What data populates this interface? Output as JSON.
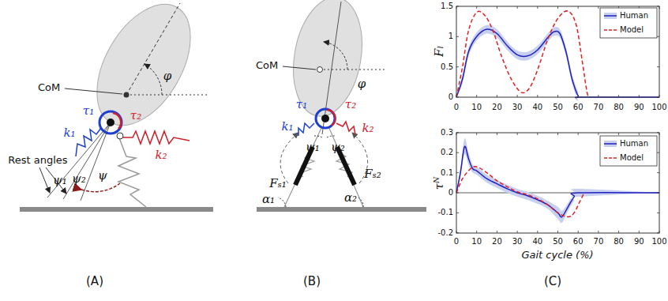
{
  "diagram": {
    "labels": [
      "CoM",
      "φ",
      "τ₁",
      "τ₂",
      "k₁",
      "k₂",
      "ψ₁",
      "ψ₂",
      "ψ",
      "Rest angles",
      "(A)",
      "CoM",
      "φ",
      "τ₁",
      "τ₂",
      "k₁",
      "k₂",
      "ψ₁",
      "ψ₂",
      "Fₛ₁",
      "Fₛ₂",
      "α₁",
      "α₂",
      "(B)",
      "1.5",
      "1",
      "0.5",
      "0",
      "0",
      "10",
      "20",
      "30",
      "40",
      "50",
      "60",
      "70",
      "80",
      "90",
      "100",
      "Fₗ",
      "0.3",
      "0.2",
      "0.1",
      "0",
      "-0.1",
      "-0.2",
      "0",
      "10",
      "20",
      "30",
      "40",
      "50",
      "60",
      "70",
      "80",
      "90",
      "100",
      "τᴺ",
      "Gait cycle (%)",
      "(C)"
    ],
    "legend": [
      {
        "text": "Human"
      },
      {
        "text": "Model"
      },
      {
        "text": "Human"
      },
      {
        "text": "Model"
      }
    ]
  }
}
